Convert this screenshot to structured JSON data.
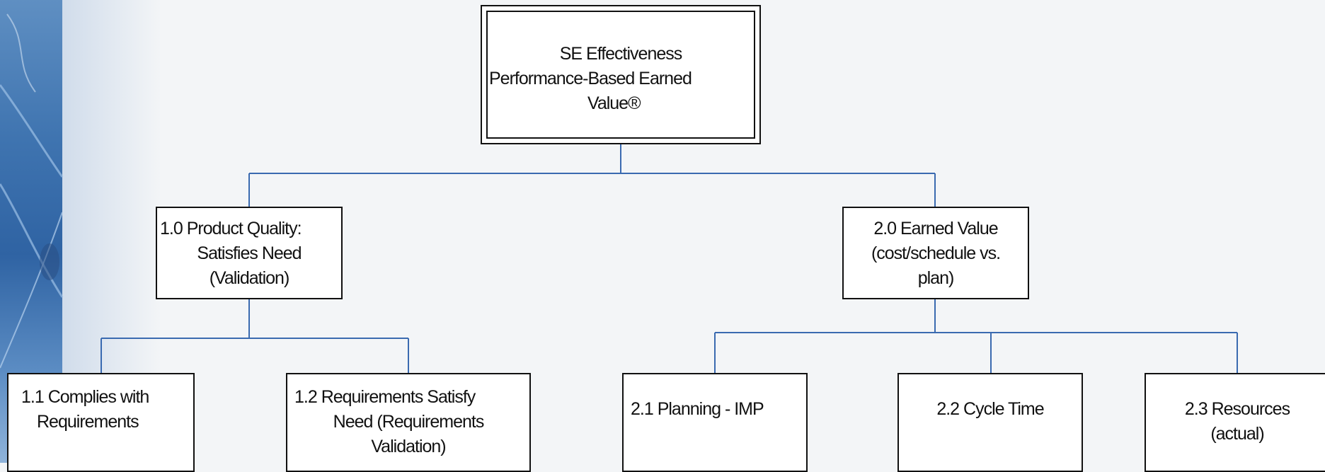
{
  "diagram": {
    "root": {
      "lines": [
        "SE Effectiveness",
        "Performance-Based Earned",
        "Value®"
      ]
    },
    "level1": [
      {
        "id": "1.0",
        "lines": [
          "1.0 Product Quality:",
          "Satisfies Need",
          "(Validation)"
        ]
      },
      {
        "id": "2.0",
        "lines": [
          "2.0 Earned Value",
          "(cost/schedule vs.",
          "plan)"
        ]
      }
    ],
    "level2": [
      {
        "id": "1.1",
        "parent": "1.0",
        "lines": [
          "1.1 Complies with",
          "Requirements"
        ]
      },
      {
        "id": "1.2",
        "parent": "1.0",
        "lines": [
          "1.2 Requirements Satisfy",
          "Need (Requirements",
          "Validation)"
        ]
      },
      {
        "id": "2.1",
        "parent": "2.0",
        "lines": [
          "2.1 Planning - IMP"
        ]
      },
      {
        "id": "2.2",
        "parent": "2.0",
        "lines": [
          "2.2 Cycle Time"
        ]
      },
      {
        "id": "2.3",
        "parent": "2.0",
        "lines": [
          "2.3 Resources",
          "(actual)"
        ]
      }
    ]
  },
  "colors": {
    "connector": "#3a6ab0",
    "box_border": "#111111",
    "box_fill": "#ffffff",
    "side_strip": "#3f74b0"
  }
}
